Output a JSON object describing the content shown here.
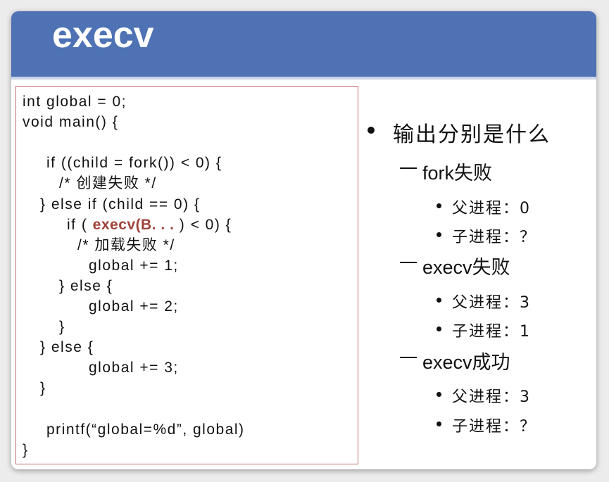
{
  "title": "execv",
  "code": {
    "l1": "int global = 0;",
    "l2": "void main() {",
    "l4": "if ((child = fork()) < 0) {",
    "l5": "/* 创建失败 */",
    "l6": "} else if (child == 0) {",
    "l7a": "if (",
    "l7b": "execv(B. . .",
    "l7c": ") < 0) {",
    "l8": "/* 加载失败 */",
    "l9": "global += 1;",
    "l10": "} else {",
    "l11": "global += 2;",
    "l12": "}",
    "l13": "} else {",
    "l14": "global += 3;",
    "l15": "}",
    "l17": "printf(“global=%d”, global)",
    "l18": "}"
  },
  "bullets": {
    "question": "输出分别是什么",
    "groups": [
      {
        "label": "fork失败",
        "items": [
          "父进程：0",
          "子进程：？"
        ]
      },
      {
        "label": "execv失败",
        "items": [
          "父进程：3",
          "子进程：1"
        ]
      },
      {
        "label": "execv成功",
        "items": [
          "父进程：3",
          "子进程：？"
        ]
      }
    ]
  },
  "colors": {
    "header": "#4e72b4",
    "highlight": "#a0433b",
    "code_border": "#c26a6a"
  }
}
